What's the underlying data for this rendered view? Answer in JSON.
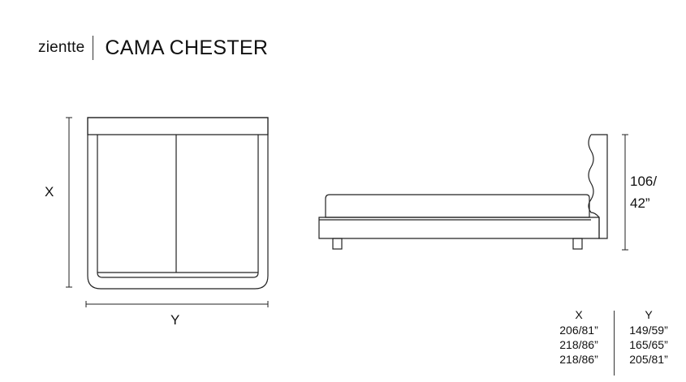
{
  "header": {
    "brand": "zientte",
    "title": "CAMA CHESTER"
  },
  "top_view": {
    "x_label": "X",
    "y_label": "Y"
  },
  "side_view": {
    "height_label_line1": "106/",
    "height_label_line2": "42”"
  },
  "dimensions_table": {
    "x_header": "X",
    "y_header": "Y",
    "x_values": [
      "206/81”",
      "218/86”",
      "218/86”"
    ],
    "y_values": [
      "149/59”",
      "165/65”",
      "205/81”"
    ]
  }
}
